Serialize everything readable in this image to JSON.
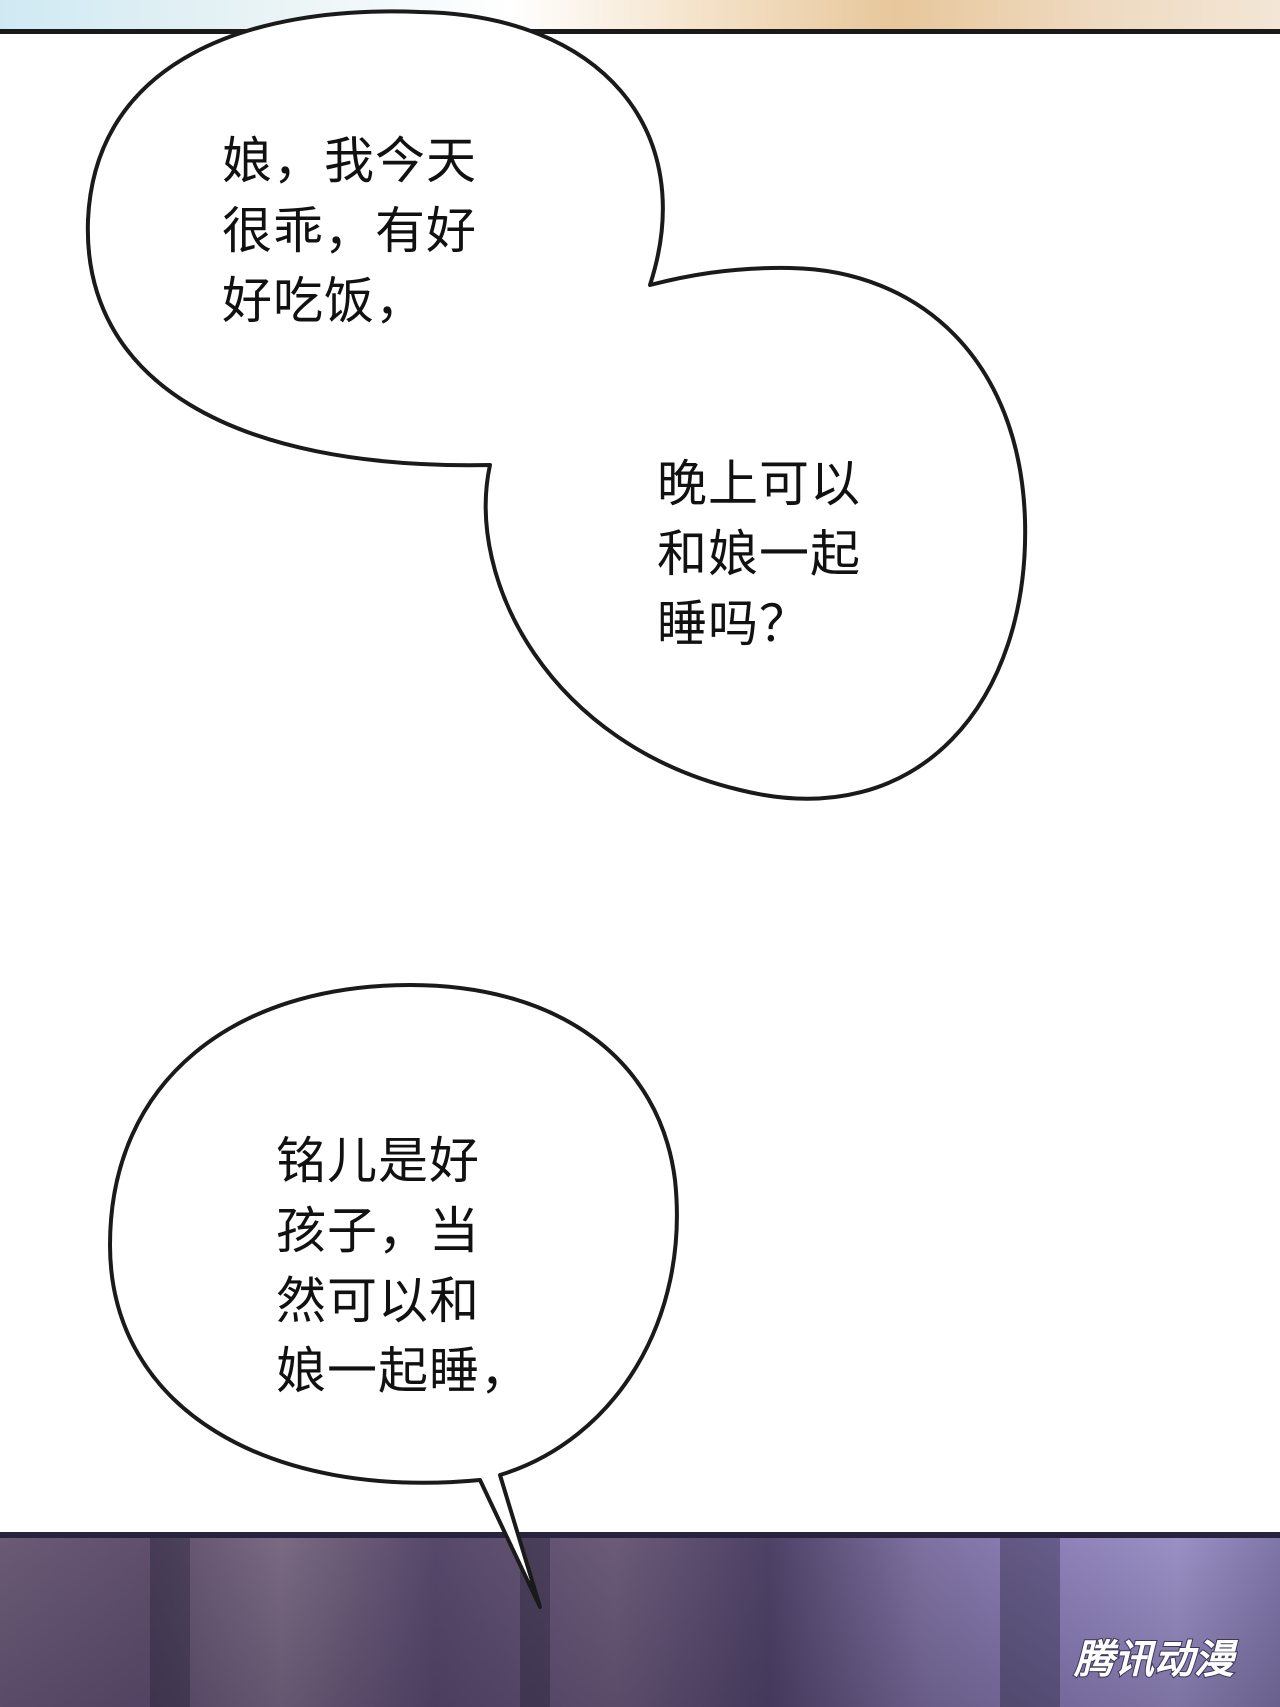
{
  "bubbles": [
    {
      "id": "bubble-1",
      "lines": [
        "娘，我今天",
        "很乖，有好",
        "好吃饭，"
      ]
    },
    {
      "id": "bubble-2",
      "lines": [
        "晚上可以",
        "和娘一起",
        "睡吗？"
      ]
    },
    {
      "id": "bubble-3",
      "lines": [
        "铭儿是好",
        "孩子，当",
        "然可以和",
        "娘一起睡，"
      ]
    }
  ],
  "watermark": {
    "text": "腾讯动漫",
    "fill": "#ffffff",
    "stroke": "#3b3558"
  },
  "colors": {
    "ink": "#111111",
    "balloon_fill": "#ffffff",
    "balloon_stroke": "#1a1a1a",
    "panel_border": "#1a1a1a"
  }
}
